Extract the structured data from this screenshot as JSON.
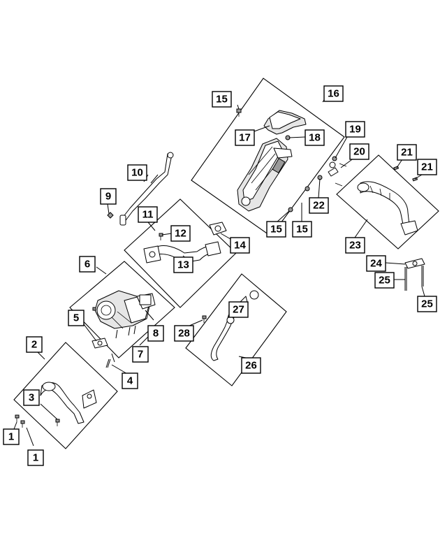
{
  "callouts": {
    "c1a": "1",
    "c1b": "1",
    "c2": "2",
    "c3": "3",
    "c4": "4",
    "c5": "5",
    "c6": "6",
    "c7": "7",
    "c8": "8",
    "c9": "9",
    "c10": "10",
    "c11": "11",
    "c12": "12",
    "c13": "13",
    "c14": "14",
    "c15a": "15",
    "c15b": "15",
    "c15c": "15",
    "c16": "16",
    "c17": "17",
    "c18": "18",
    "c19": "19",
    "c20": "20",
    "c21a": "21",
    "c21b": "21",
    "c22": "22",
    "c23": "23",
    "c24": "24",
    "c25a": "25",
    "c25b": "25",
    "c26": "26",
    "c27": "27",
    "c28": "28"
  }
}
